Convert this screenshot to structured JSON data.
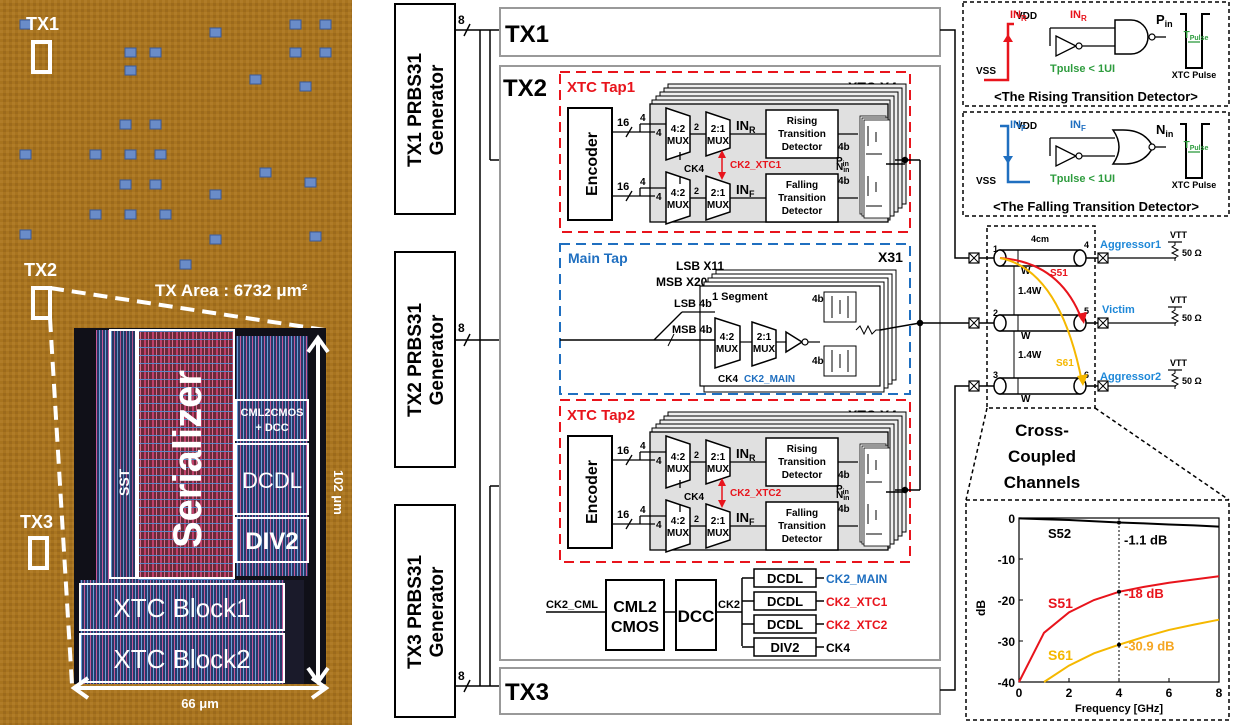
{
  "die": {
    "tx1": "TX1",
    "tx2": "TX2",
    "tx3": "TX3",
    "tx_area": "TX Area : 6732 μm²",
    "sst": "SST",
    "serializer": "Serializer",
    "cml2cmos_dcc": [
      "CML2CMOS",
      "+ DCC"
    ],
    "dcdl": "DCDL",
    "div2": "DIV2",
    "xtc_block1": "XTC Block1",
    "xtc_block2": "XTC Block2",
    "height_dim": "102 μm",
    "width_dim": "66 μm"
  },
  "generators": {
    "tx1": [
      "TX1 PRBS31",
      "Generator"
    ],
    "tx2": [
      "TX2 PRBS31",
      "Generator"
    ],
    "tx3": [
      "TX3 PRBS31",
      "Generator"
    ]
  },
  "bus_width": "8",
  "tx_blocks": {
    "tx1": "TX1",
    "tx2": "TX2",
    "tx3": "TX3"
  },
  "xtc_tap1": {
    "title": "XTC Tap1",
    "count": "XTC  X4",
    "encoder": "Encoder",
    "mux41": [
      "4:2",
      "MUX"
    ],
    "mux21": [
      "2:1",
      "MUX"
    ],
    "in_r": "IN",
    "in_r_sub": "R",
    "in_f": "IN",
    "in_f_sub": "F",
    "rising": [
      "Rising",
      "Transition",
      "Detector"
    ],
    "falling": [
      "Falling",
      "Transition",
      "Detector"
    ],
    "ck4": "CK4",
    "ck2": "CK2_XTC1",
    "bw16": "16",
    "bw4": "4",
    "bw2": "2",
    "bw4b": "4b",
    "p_in": "P",
    "n_in": "N",
    "in_sub": "in"
  },
  "xtc_tap2": {
    "title": "XTC Tap2",
    "count": "XTC  X4",
    "ck2": "CK2_XTC2"
  },
  "main_tap": {
    "title": "Main Tap",
    "count": "X31",
    "lsb": "LSB X11",
    "msb": "MSB X20",
    "segment": "1 Segment",
    "lsb4b": "LSB 4b",
    "msb4b": "MSB 4b",
    "ck4": "CK4",
    "ck2": "CK2_MAIN"
  },
  "clock": {
    "ck2_cml": "CK2_CML",
    "cml2cmos": [
      "CML2",
      "CMOS"
    ],
    "dcc": "DCC",
    "ck2": "CK2",
    "dcdl": "DCDL",
    "div2": "DIV2",
    "out_main": "CK2_MAIN",
    "out_xtc1": "CK2_XTC1",
    "out_xtc2": "CK2_XTC2",
    "out_ck4": "CK4"
  },
  "detectors": {
    "rising_caption": "<The Rising Transition Detector>",
    "falling_caption": "<The Falling Transition Detector>",
    "vdd": "VDD",
    "vss": "VSS",
    "in_r": "IN",
    "in_f": "IN",
    "sub_r": "R",
    "sub_f": "F",
    "p_in": "P",
    "n_in": "N",
    "sub_in": "in",
    "tpulse": "Tpulse < 1UI",
    "tpulse_label": "T",
    "tpulse_sub": "Pulse",
    "xtc_pulse": "XTC Pulse"
  },
  "channels": {
    "length": "4cm",
    "w": "W",
    "spacing": "1.4W",
    "port1": "1",
    "port2": "2",
    "port3": "3",
    "port4": "4",
    "port5": "5",
    "port6": "6",
    "aggressor1": "Aggressor1",
    "victim": "Victim",
    "aggressor2": "Aggressor2",
    "vtt": "VTT",
    "r50": "50 Ω",
    "s51": "S51",
    "s61": "S61",
    "caption": [
      "Cross-",
      "Coupled",
      "Channels"
    ]
  },
  "chart_data": {
    "type": "line",
    "x": [
      0,
      1,
      2,
      3,
      4,
      5,
      6,
      7,
      8
    ],
    "series": [
      {
        "name": "S52",
        "values": [
          -0.1,
          -0.3,
          -0.5,
          -0.8,
          -1.1,
          -1.3,
          -1.6,
          -1.8,
          -2.1
        ],
        "color": "#000000"
      },
      {
        "name": "S51",
        "values": [
          -40,
          -28,
          -23,
          -20,
          -18,
          -16.8,
          -15.8,
          -15,
          -14.2
        ],
        "color": "#e8141c"
      },
      {
        "name": "S61",
        "values": [
          null,
          -40,
          -36,
          -33,
          -30.9,
          -29,
          -27.3,
          -26,
          -24.8
        ],
        "color": "#f5b800"
      }
    ],
    "annotations": [
      {
        "text": "-1.1 dB",
        "x": 4,
        "y": -1.1,
        "color": "#000000"
      },
      {
        "text": "-18 dB",
        "x": 4,
        "y": -18,
        "color": "#e8141c"
      },
      {
        "text": "-30.9 dB",
        "x": 4,
        "y": -30.9,
        "color": "#f5a623"
      }
    ],
    "xlabel": "Frequency [GHz]",
    "ylabel": "dB",
    "xlim": [
      0,
      8
    ],
    "ylim": [
      -40,
      0
    ],
    "xticks": [
      "0",
      "2",
      "4",
      "6",
      "8"
    ],
    "yticks": [
      "0",
      "-10",
      "-20",
      "-30",
      "-40"
    ],
    "marker_x": 4
  },
  "colors": {
    "red": "#e8141c",
    "blue": "#1f6fc0",
    "green": "#2e9c3e",
    "yellow": "#f5b800",
    "cyan": "#1e88d8"
  }
}
